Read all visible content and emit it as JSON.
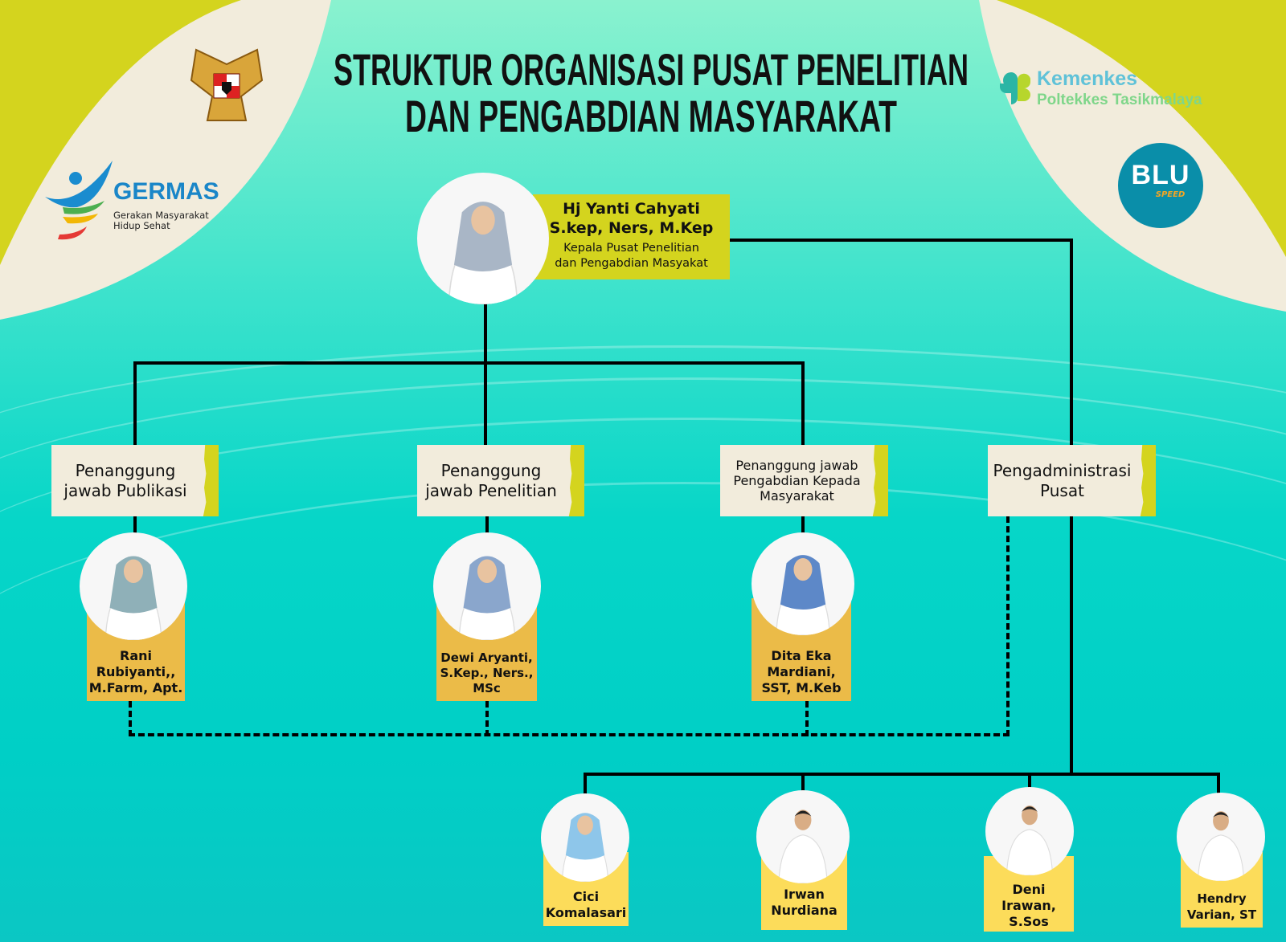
{
  "title": {
    "line1": "STRUKTUR ORGANISASI PUSAT PENELITIAN",
    "line2": "DAN PENGABDIAN MASYARAKAT"
  },
  "logos": {
    "germas": {
      "name": "GERMAS",
      "tagline1": "Gerakan Masyarakat",
      "tagline2": "Hidup Sehat"
    },
    "kemenkes": {
      "name": "Kemenkes",
      "sub": "Poltekkes Tasikmalaya"
    },
    "blu": {
      "name": "BLU",
      "sub": "SPEED"
    },
    "garuda": "garuda-pancasila-emblem"
  },
  "head": {
    "name1": "Hj Yanti Cahyati",
    "name2": "S.kep, Ners, M.Kep",
    "role1": "Kepala Pusat Penelitian",
    "role2": "dan Pengabdian Masyakat"
  },
  "roles": [
    {
      "label": "Penanggung jawab Publikasi",
      "person": "Rani Rubiyanti,, M.Farm, Apt."
    },
    {
      "label": "Penanggung jawab Penelitian",
      "person": "Dewi Aryanti, S.Kep., Ners., MSc"
    },
    {
      "label": "Penanggung jawab Pengabdian Kepada Masyarakat",
      "person": "Dita Eka Mardiani, SST, M.Keb"
    },
    {
      "label": "Pengadministrasi Pusat"
    }
  ],
  "staff": [
    {
      "name": "Cici Komalasari"
    },
    {
      "name": "Irwan Nurdiana"
    },
    {
      "name": "Deni Irawan, S.Sos"
    },
    {
      "name": "Hendry Varian, ST"
    }
  ],
  "colors": {
    "yellow": "#d4d41e",
    "cream": "#f2ecdc",
    "card_mid": "#ebbb48",
    "card_low": "#fcdc5a",
    "teal": "#00cfc6"
  }
}
